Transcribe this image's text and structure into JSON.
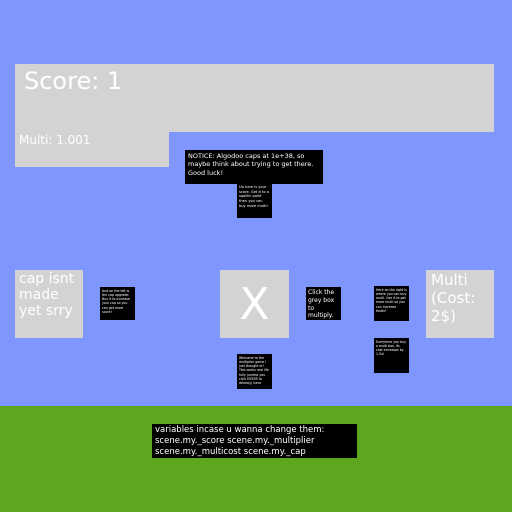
{
  "score_label": "Score: 1",
  "multi_label": "Multi: 1.001",
  "cap_button": "cap isnt made yet srry",
  "multiply_button": "X",
  "buy_multi_button": "Multi (Cost: 2$)",
  "notes": {
    "notice": "NOTICE: Algodoo caps at 1e+38, so maybe think about trying to get there. Good luck!",
    "up_here": "Up here is your score. Get it to a sqaillic point then you can buy more multi!",
    "cap_info": "And on the left is the cap upgrade. Buy it to increase your cap so you can get more score!",
    "click": "Click the grey box to multiply.",
    "here_right": "Here on the right is where you can buy multi. Use it to get more multi so you can increase faster!",
    "everytime": "Everytime you buy a multi box, its cost increases by 1.5x!",
    "welcome": "Welcome to the multiplier game I just thought of! Tbis works real life fully (unless you click ENTER to destroy) have",
    "variables": "variables incase u wanna change them: scene.my._score scene.my._multiplier scene.my._multicost scene.my._cap"
  },
  "colors": {
    "sky": "#7f96fe",
    "ground": "#5ca71e",
    "panel": "#d3d3d3",
    "note": "#000000",
    "text": "#ffffff"
  }
}
